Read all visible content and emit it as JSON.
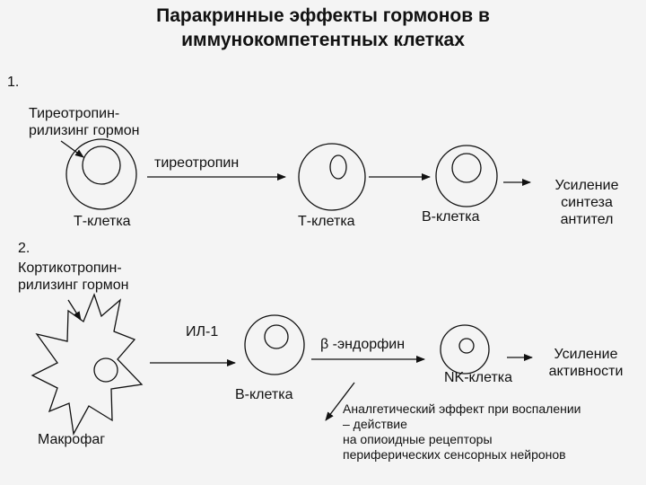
{
  "title": {
    "line1": "Паракринные эффекты гормонов в",
    "line2": "иммунокомпетентных клетках"
  },
  "section1": {
    "number": "1.",
    "hormone": {
      "line1": "Тиреотропин-",
      "line2": "рилизинг гормон"
    },
    "mediator": "тиреотропин",
    "cell_a": "Т-клетка",
    "cell_b": "Т-клетка",
    "cell_c": "В-клетка",
    "effect": {
      "line1": "Усиление",
      "line2": "синтеза",
      "line3": "антител"
    }
  },
  "section2": {
    "number": "2.",
    "hormone": {
      "line1": "Кортикотропин-",
      "line2": "рилизинг гормон"
    },
    "mediator_a": "ИЛ-1",
    "mediator_b": "β -эндорфин",
    "cell_macrophage": "Макрофаг",
    "cell_b": "В-клетка",
    "cell_nk": "NK-клетка",
    "effect": {
      "line1": "Усиление",
      "line2": "активности"
    },
    "analgesic": {
      "line1": "Аналгетический эффект при воспалении",
      "line2": "– действие",
      "line3": "на опиоидные рецепторы",
      "line4": "периферических сенсорных нейронов"
    }
  }
}
